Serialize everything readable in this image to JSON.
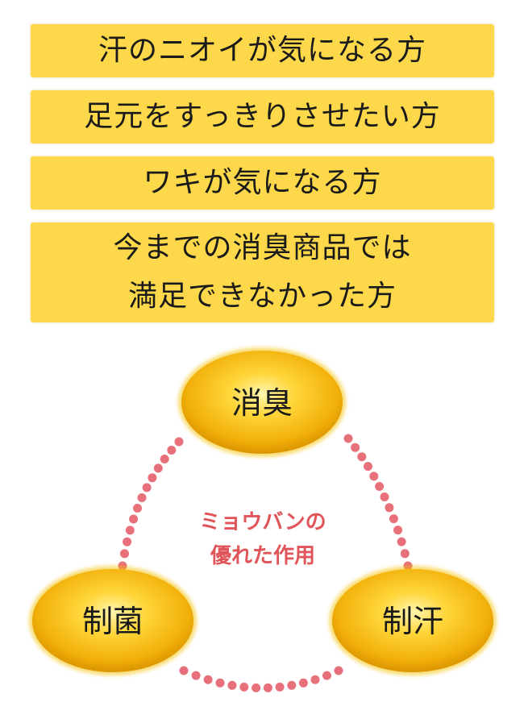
{
  "target_list": [
    "汗のニオイが気になる方",
    "足元をすっきりさせたい方",
    "ワキが気になる方",
    [
      "今までの消臭商品では",
      "満足できなかった方"
    ]
  ],
  "diagram": {
    "nodes": {
      "top": "消臭",
      "left": "制菌",
      "right": "制汗"
    },
    "center_lines": [
      "ミョウバンの",
      "優れた作用"
    ]
  },
  "colors": {
    "box_fill": "#fcd84a",
    "dot_color": "#e8707a",
    "center_text": "#e0555a"
  }
}
